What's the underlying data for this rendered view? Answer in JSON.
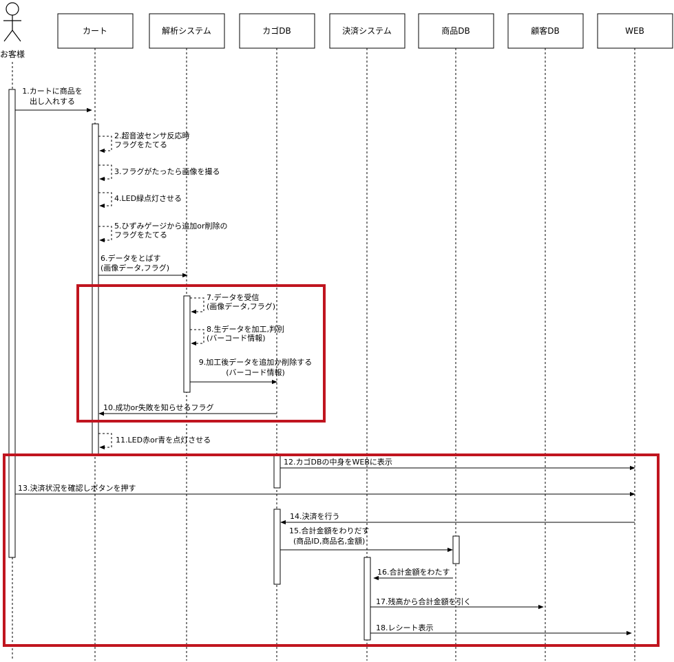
{
  "actor": {
    "label": "お客様"
  },
  "participants": [
    {
      "id": "cart",
      "label": "カート"
    },
    {
      "id": "analysis",
      "label": "解析システム"
    },
    {
      "id": "basketdb",
      "label": "カゴDB"
    },
    {
      "id": "payment",
      "label": "決済システム"
    },
    {
      "id": "productdb",
      "label": "商品DB"
    },
    {
      "id": "customerdb",
      "label": "顧客DB"
    },
    {
      "id": "web",
      "label": "WEB"
    }
  ],
  "messages": [
    {
      "from": "actor",
      "to": "cart",
      "lines": [
        "1.カートに商品を",
        "出し入れする"
      ]
    },
    {
      "from": "cart",
      "to": "cart",
      "lines": [
        "2.超音波センサ反応時",
        "フラグをたてる"
      ]
    },
    {
      "from": "cart",
      "to": "cart",
      "lines": [
        "3.フラグがたったら画像を撮る"
      ]
    },
    {
      "from": "cart",
      "to": "cart",
      "lines": [
        "4.LED緑点灯させる"
      ]
    },
    {
      "from": "cart",
      "to": "cart",
      "lines": [
        "5.ひずみゲージから追加or削除の",
        "フラグをたてる"
      ]
    },
    {
      "from": "cart",
      "to": "analysis",
      "lines": [
        "6.データをとばす",
        "(画像データ,フラグ)"
      ]
    },
    {
      "from": "analysis",
      "to": "analysis",
      "lines": [
        "7.データを受信",
        "(画像データ,フラグ)"
      ]
    },
    {
      "from": "analysis",
      "to": "analysis",
      "lines": [
        "8.生データを加工,判別",
        "(バーコード情報)"
      ]
    },
    {
      "from": "analysis",
      "to": "basketdb",
      "lines": [
        "9.加工後データを追加か削除する",
        "(バーコード情報)"
      ]
    },
    {
      "from": "basketdb",
      "to": "cart",
      "lines": [
        "10.成功or失敗を知らせるフラグ"
      ]
    },
    {
      "from": "cart",
      "to": "cart",
      "lines": [
        "11.LED赤or青を点灯させる"
      ]
    },
    {
      "from": "basketdb",
      "to": "web",
      "lines": [
        "12.カゴDBの中身をWEBに表示"
      ]
    },
    {
      "from": "actor",
      "to": "web",
      "lines": [
        "13.決済状況を確認しボタンを押す"
      ]
    },
    {
      "from": "web",
      "to": "basketdb",
      "lines": [
        "14.決済を行う"
      ]
    },
    {
      "from": "basketdb",
      "to": "productdb",
      "lines": [
        "15.合計金額をわりだす",
        "(商品ID,商品名,金額)"
      ]
    },
    {
      "from": "productdb",
      "to": "payment",
      "lines": [
        "16.合計金額をわたす"
      ]
    },
    {
      "from": "payment",
      "to": "customerdb",
      "lines": [
        "17.残高から合計金額を引く"
      ]
    },
    {
      "from": "payment",
      "to": "web",
      "lines": [
        "18.レシート表示"
      ]
    }
  ]
}
